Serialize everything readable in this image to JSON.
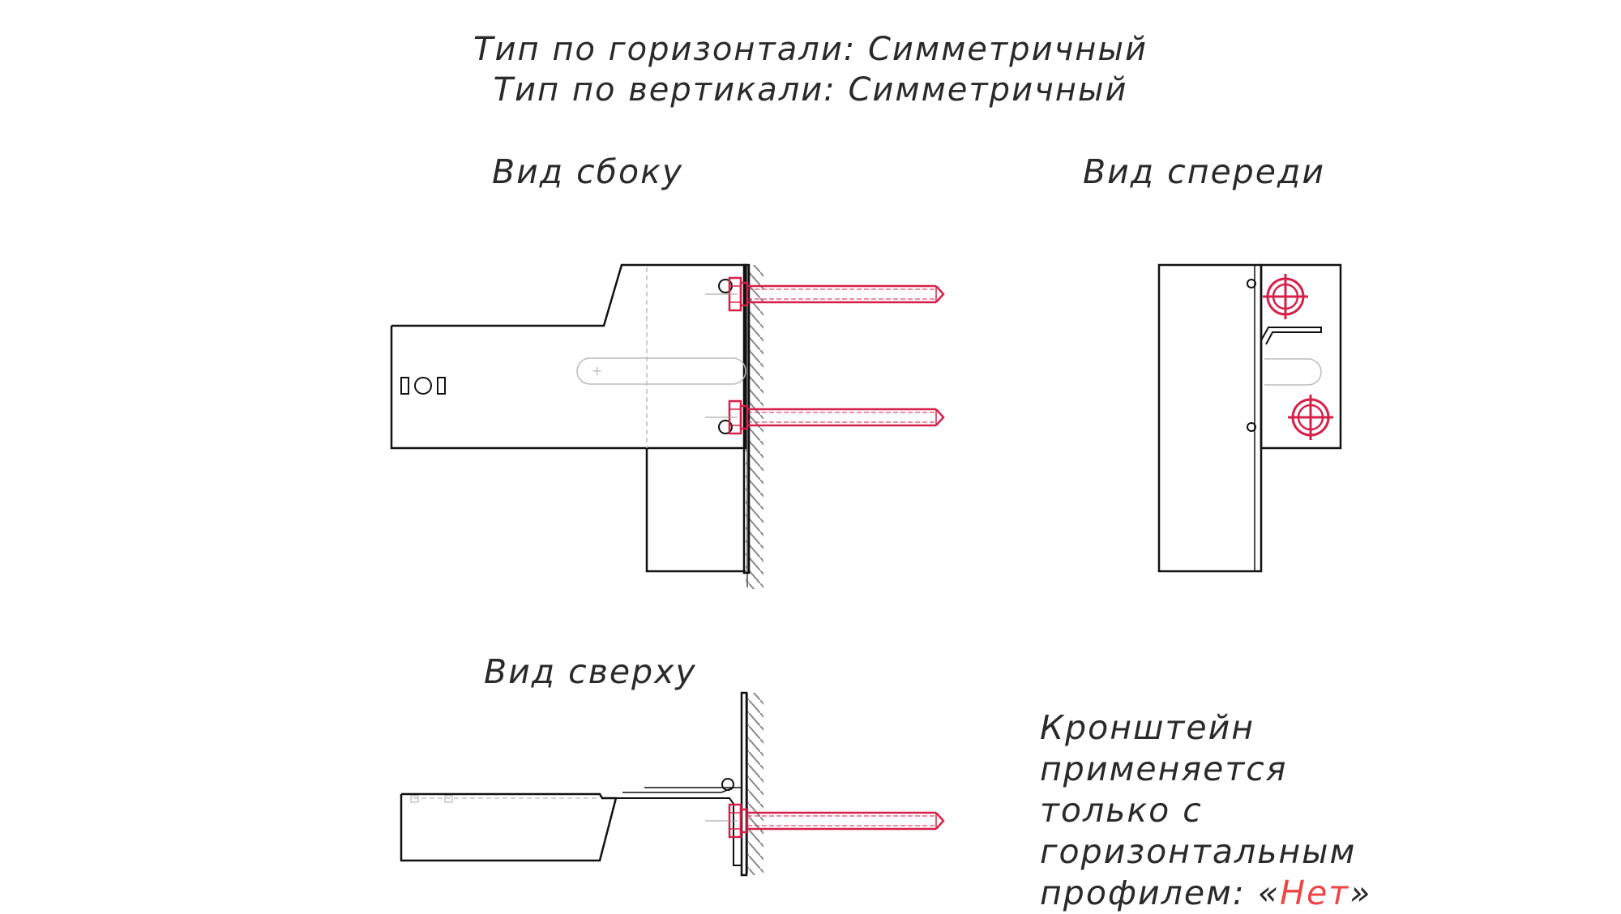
{
  "header": {
    "horizontal_type": "Тип по горизонтали: Симметричный",
    "vertical_type": "Тип по вертикали: Симметричный"
  },
  "views": {
    "side": "Вид сбоку",
    "front": "Вид спереди",
    "top": "Вид сверху"
  },
  "note": {
    "line1": "Кронштейн применяется",
    "line2": "только с горизонтальным",
    "line3_prefix": "профилем: «",
    "profile_value": "Нет",
    "line3_suffix": "»"
  },
  "colors": {
    "outline": "#111111",
    "fastener": "#d6204a",
    "hidden": "#bbbbbb",
    "hatch": "#888888",
    "highlight": "#ee4444"
  }
}
